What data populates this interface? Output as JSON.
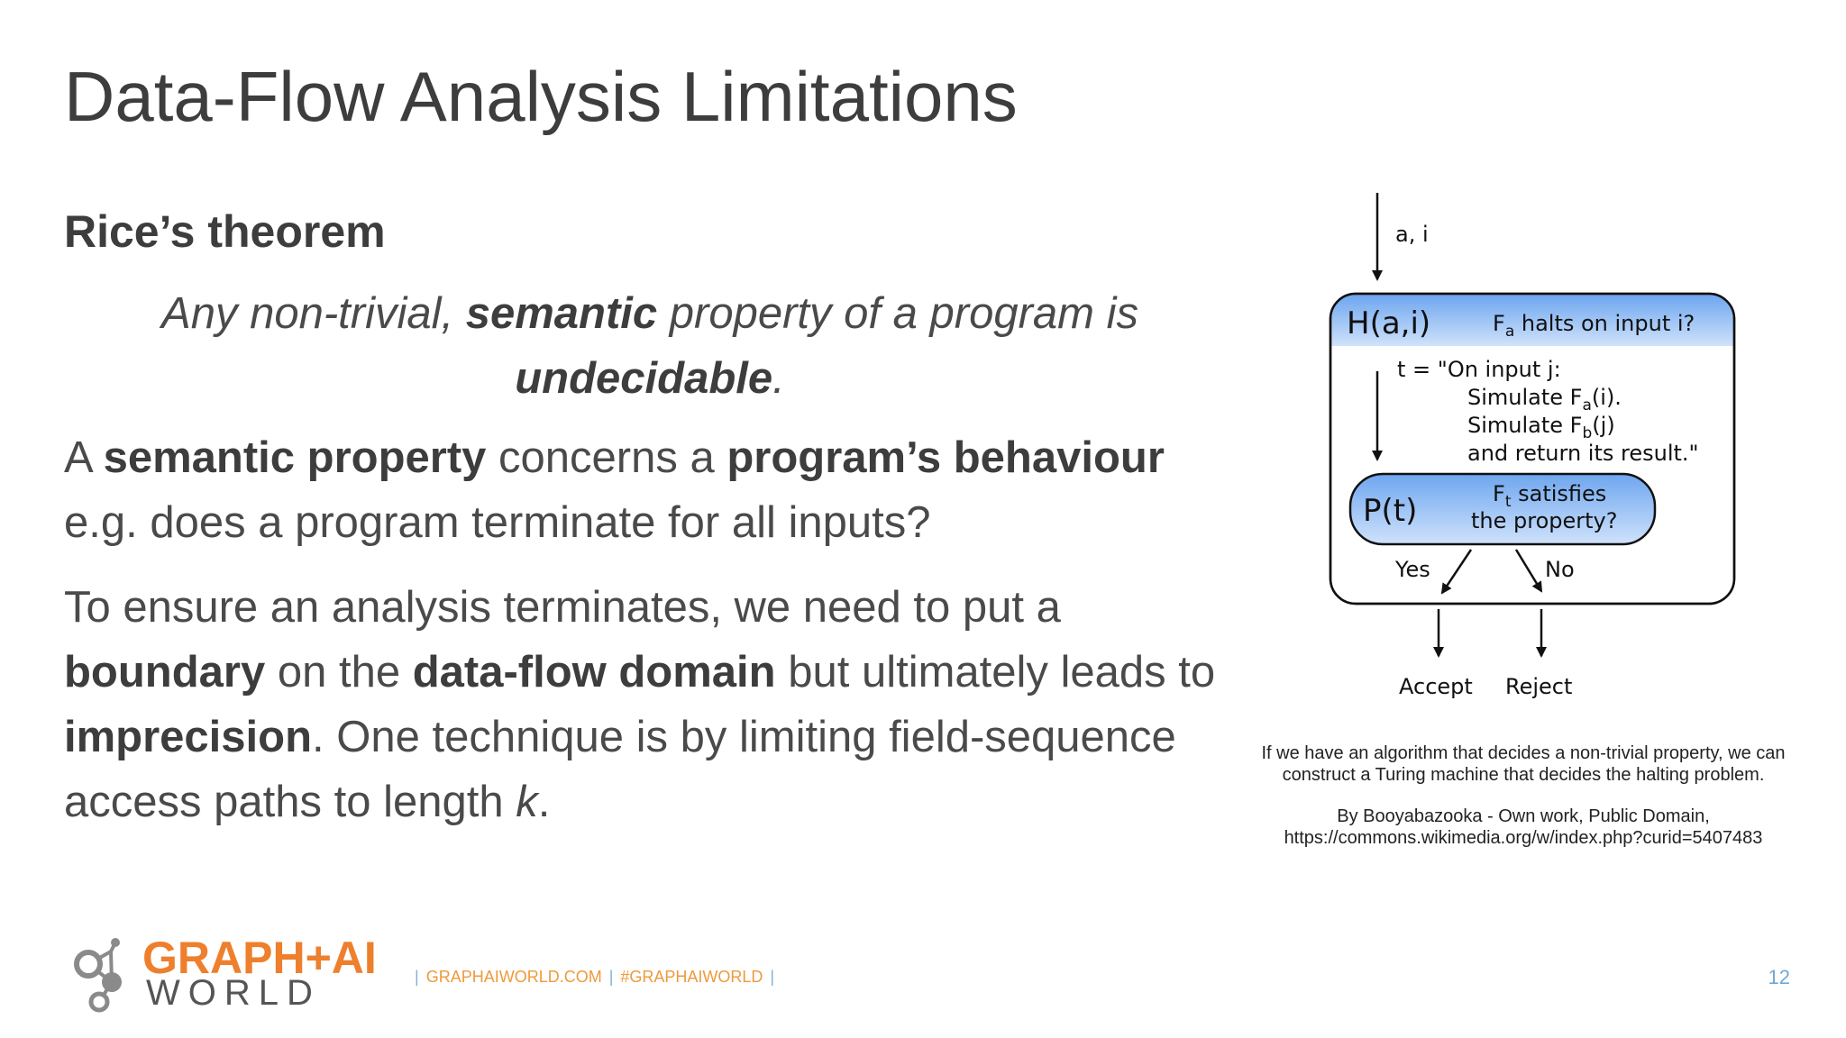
{
  "slide": {
    "title": "Data-Flow Analysis Limitations",
    "subheading": "Rice’s theorem",
    "quote": {
      "part1": "Any non-trivial, ",
      "bold1": "semantic",
      "part2": " property of a program is ",
      "bold2": "undecidable",
      "part3": "."
    },
    "para1": {
      "t1": "A ",
      "b1": "semantic property",
      "t2": " concerns a ",
      "b2": "program’s behaviour",
      "t3": "e.g. does a program terminate for all inputs?"
    },
    "para2": {
      "t1": "To ensure an analysis terminates, we need to put a ",
      "b1": "boundary",
      "t2": " on the ",
      "b2": "data-flow domain",
      "t3": " but ultimately leads to ",
      "b3": "imprecision",
      "t4": ". One technique is by limiting field-sequence access paths to length ",
      "k": "k",
      "t5": "."
    }
  },
  "diagram": {
    "input_label": "a, i",
    "h_box": {
      "label": "H(a,i)",
      "question_pre": "F",
      "question_sub": "a",
      "question_post": " halts on input i?"
    },
    "program_lines": {
      "l1": "t = \"On input j:",
      "l2_pre": "Simulate F",
      "l2_sub": "a",
      "l2_post": "(i).",
      "l3_pre": "Simulate F",
      "l3_sub": "b",
      "l3_post": "(j)",
      "l4": "and return its result.\""
    },
    "p_box": {
      "label": "P(t)",
      "q1_pre": "F",
      "q1_sub": "t",
      "q1_post": " satisfies",
      "q2": "the property?"
    },
    "yes": "Yes",
    "no": "No",
    "accept": "Accept",
    "reject": "Reject",
    "colors": {
      "box_fill_top": "#6ea6ef",
      "box_fill_bottom": "#cfe2fb"
    }
  },
  "caption": {
    "line1": "If we have an algorithm that decides a non-trivial property, we can construct a Turing machine that decides the halting problem.",
    "line2": "By Booyabazooka - Own work, Public Domain,",
    "line3": "https://commons.wikimedia.org/w/index.php?curid=5407483"
  },
  "footer": {
    "logo_top": "GRAPH+AI",
    "logo_bottom": "WORLD",
    "link1": "GRAPHAIWORLD.COM",
    "link2": "#GRAPHAIWORLD",
    "bar": "|",
    "page_number": "12",
    "colors": {
      "orange": "#ee7f2d",
      "blue": "#6fa8d6"
    }
  }
}
